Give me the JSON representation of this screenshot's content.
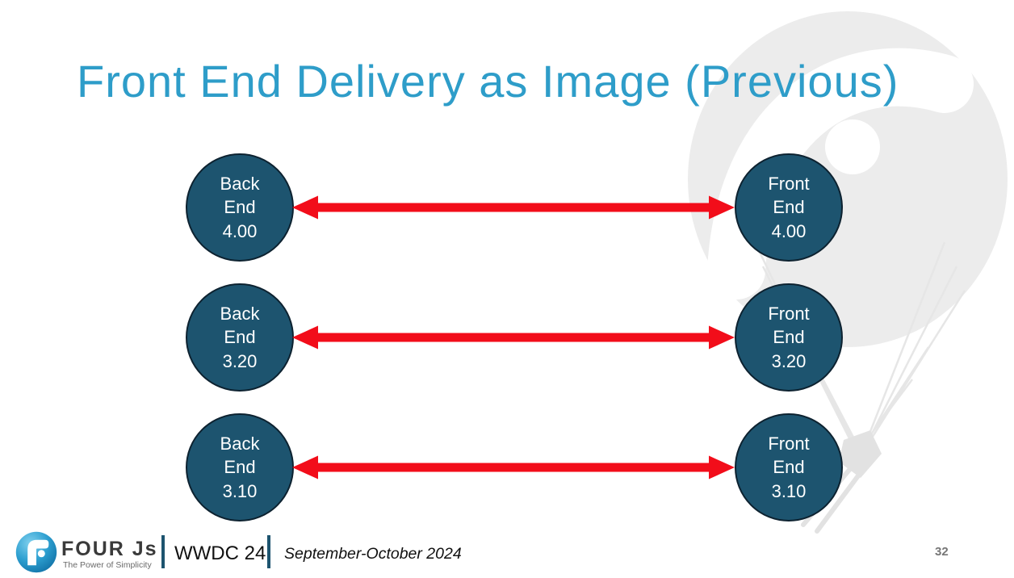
{
  "title": "Front End Delivery as Image (Previous)",
  "page_number": "32",
  "diagram": {
    "rows": [
      {
        "left": "Back\nEnd\n4.00",
        "right": "Front\nEnd\n4.00"
      },
      {
        "left": "Back\nEnd\n3.20",
        "right": "Front\nEnd\n3.20"
      },
      {
        "left": "Back\nEnd\n3.10",
        "right": "Front\nEnd\n3.10"
      }
    ],
    "node_color": "#1d546f",
    "node_border_color": "#0d2230",
    "arrow_color": "#f20d1a"
  },
  "footer": {
    "logo_text": "FOUR Js",
    "logo_tagline": "The Power of Simplicity",
    "event": "WWDC 24",
    "date": "September-October 2024"
  },
  "colors": {
    "title_blue": "#2e9dc9",
    "divider_teal": "#1d546f",
    "watermark_gray": "#ececec",
    "logo_blue": "#2d9fd0"
  },
  "icons": {
    "fourjs_logo": "fourjs-logo-icon",
    "watermark": "paraglider-watermark-icon"
  }
}
